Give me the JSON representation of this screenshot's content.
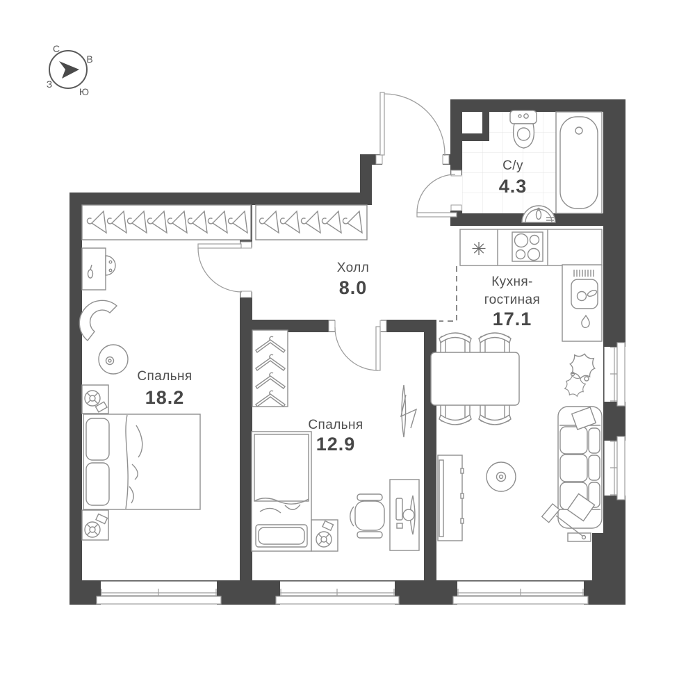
{
  "compass": {
    "north": "С",
    "east": "В",
    "west": "З",
    "south": "Ю"
  },
  "rooms": {
    "bedroom_large": {
      "name": "Спальня",
      "area": "18.2"
    },
    "bedroom_small": {
      "name": "Спальня",
      "area": "12.9"
    },
    "hall": {
      "name": "Холл",
      "area": "8.0"
    },
    "bathroom": {
      "name": "С/у",
      "area": "4.3"
    },
    "kitchen_living": {
      "name_line1": "Кухня-",
      "name_line2": "гостиная",
      "area": "17.1"
    }
  },
  "symbols": {
    "fridge_star": "✳"
  },
  "colors": {
    "wall": "#4a4a4a",
    "furniture_line": "#8f8f8f",
    "door_line": "#9e9e9e",
    "text": "#4f4f4f",
    "tile_grid": "#e4e4e4",
    "background": "#ffffff"
  }
}
